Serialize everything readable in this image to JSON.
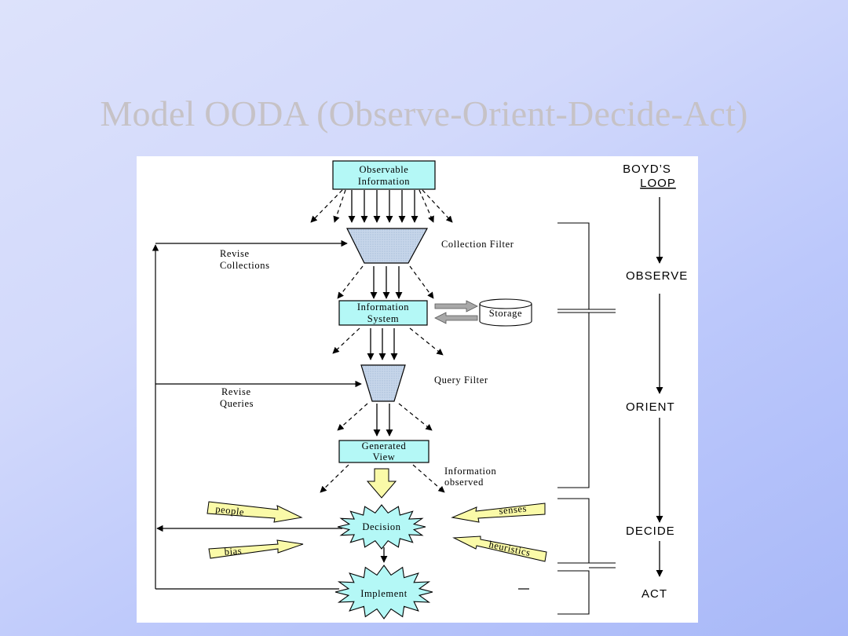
{
  "title": "Model OODA (Observe-Orient-Decide-Act)",
  "colors": {
    "box_fill": "#b4f8f6",
    "filter_fill": "#bccfe6",
    "arrow_fill": "#fafaa8",
    "starburst_fill": "#b4f8f6",
    "title_color": "#c6c2c6"
  },
  "diagram": {
    "nodes": {
      "observable_line1": "Observable",
      "observable_line2": "Information",
      "info_system_line1": "Information",
      "info_system_line2": "System",
      "storage": "Storage",
      "generated_line1": "Generated",
      "generated_line2": "View",
      "decision": "Decision",
      "implement": "Implement"
    },
    "labels": {
      "collection_filter": "Collection Filter",
      "query_filter": "Query Filter",
      "revise_collections_line1": "Revise",
      "revise_collections_line2": "Collections",
      "revise_queries_line1": "Revise",
      "revise_queries_line2": "Queries",
      "info_observed_line1": "Information",
      "info_observed_line2": "observed"
    },
    "influences": {
      "people": "people",
      "bias": "bias",
      "senses": "senses",
      "heuristics": "heuristics"
    },
    "boyd": {
      "header_line1": "BOYD’S",
      "header_line2": "LOOP",
      "observe": "OBSERVE",
      "orient": "ORIENT",
      "decide": "DECIDE",
      "act": "ACT"
    }
  }
}
